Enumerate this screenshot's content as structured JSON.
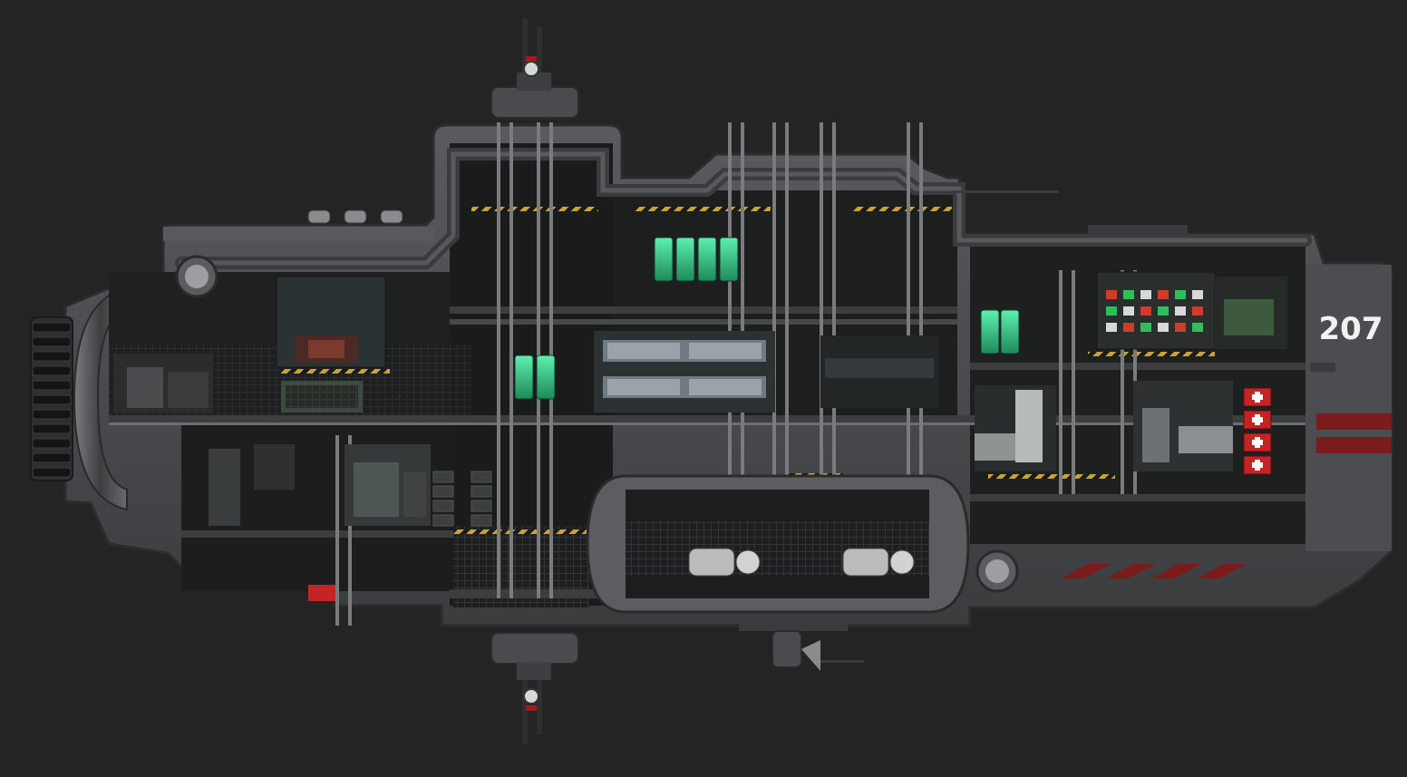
{
  "ship": {
    "hull_number": "207",
    "colors": {
      "background": "#242424",
      "hull_outer": "#4a4b4e",
      "hull_mid": "#3a3b3d",
      "frame": "#2a2a2b",
      "interior": "#1b1c1c",
      "girder": "#6d6e70",
      "hazard_yellow": "#c9a23a",
      "cryo_green": "#2fc787",
      "medical_red": "#c42424",
      "stripe_red": "#7a1c1c"
    },
    "icons": {
      "thruster": "engine-exhaust-icon",
      "fan": "ventilation-fan-icon",
      "medical": "medical-cross-icon",
      "cryo": "cryo-pod-icon",
      "tank": "dome-tank-icon",
      "turret": "turret-icon"
    },
    "rooms": [
      {
        "id": "engine-bay",
        "icon": "engine-exhaust-icon"
      },
      {
        "id": "reactor-room",
        "icon": "reactor-icon"
      },
      {
        "id": "oxygen-room",
        "icon": "ventilation-fan-icon"
      },
      {
        "id": "cryo-bay",
        "icon": "cryo-pod-icon"
      },
      {
        "id": "crew-quarters",
        "icon": "bunk-bed-icon"
      },
      {
        "id": "bridge",
        "icon": "console-icon"
      },
      {
        "id": "medbay",
        "icon": "medical-cross-icon"
      },
      {
        "id": "cargo-hold",
        "icon": "container-icon"
      }
    ]
  }
}
